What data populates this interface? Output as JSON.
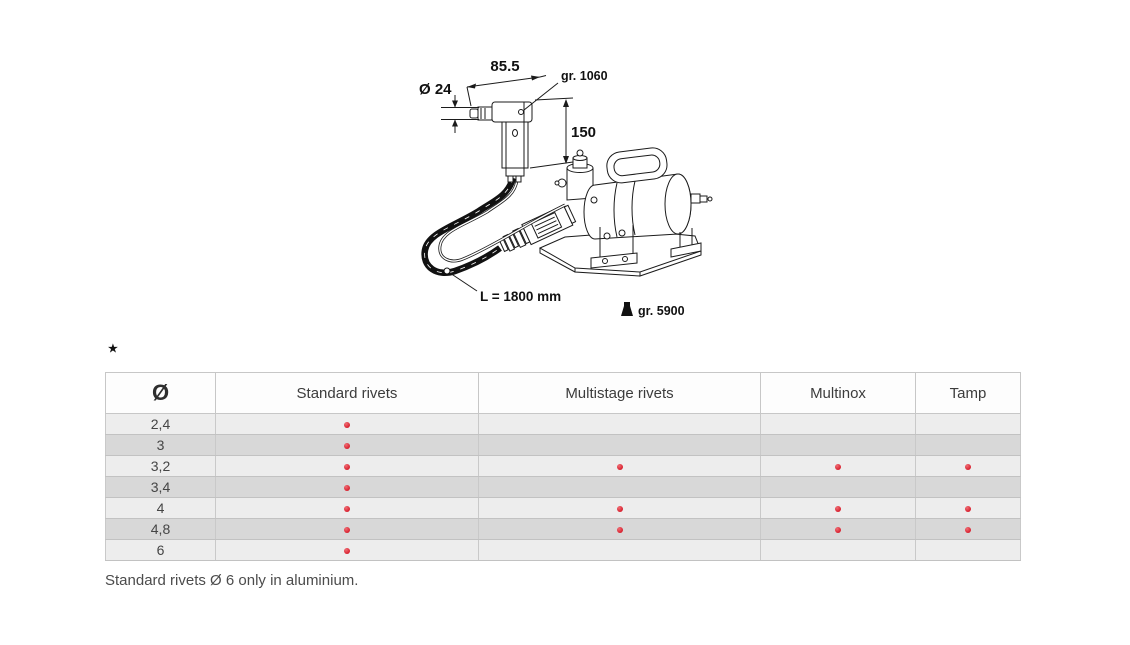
{
  "drawing": {
    "dim_width": "85.5",
    "dim_diameter": "Ø 24",
    "dim_height": "150",
    "tool_weight": "gr. 1060",
    "hose_length": "L = 1800 mm",
    "unit_weight": "gr. 5900"
  },
  "note_marker": "★",
  "table": {
    "columns": [
      {
        "key": "diameter",
        "label": "Ø"
      },
      {
        "key": "standard",
        "label": "Standard rivets"
      },
      {
        "key": "multistage",
        "label": "Multistage rivets"
      },
      {
        "key": "multinox",
        "label": "Multinox"
      },
      {
        "key": "tamp",
        "label": "Tamp"
      }
    ],
    "rows": [
      {
        "diameter": "2,4",
        "standard": true,
        "multistage": false,
        "multinox": false,
        "tamp": false
      },
      {
        "diameter": "3",
        "standard": true,
        "multistage": false,
        "multinox": false,
        "tamp": false
      },
      {
        "diameter": "3,2",
        "standard": true,
        "multistage": true,
        "multinox": true,
        "tamp": true
      },
      {
        "diameter": "3,4",
        "standard": true,
        "multistage": false,
        "multinox": false,
        "tamp": false
      },
      {
        "diameter": "4",
        "standard": true,
        "multistage": true,
        "multinox": true,
        "tamp": true
      },
      {
        "diameter": "4,8",
        "standard": true,
        "multistage": true,
        "multinox": true,
        "tamp": true
      },
      {
        "diameter": "6",
        "standard": true,
        "multistage": false,
        "multinox": false,
        "tamp": false
      }
    ]
  },
  "footnote": "Standard rivets Ø 6 only in aluminium.",
  "colors": {
    "dot": "#d8212f",
    "dot_hi": "#f06d74",
    "row_light": "#ededed",
    "row_dark": "#d8d8d8"
  }
}
